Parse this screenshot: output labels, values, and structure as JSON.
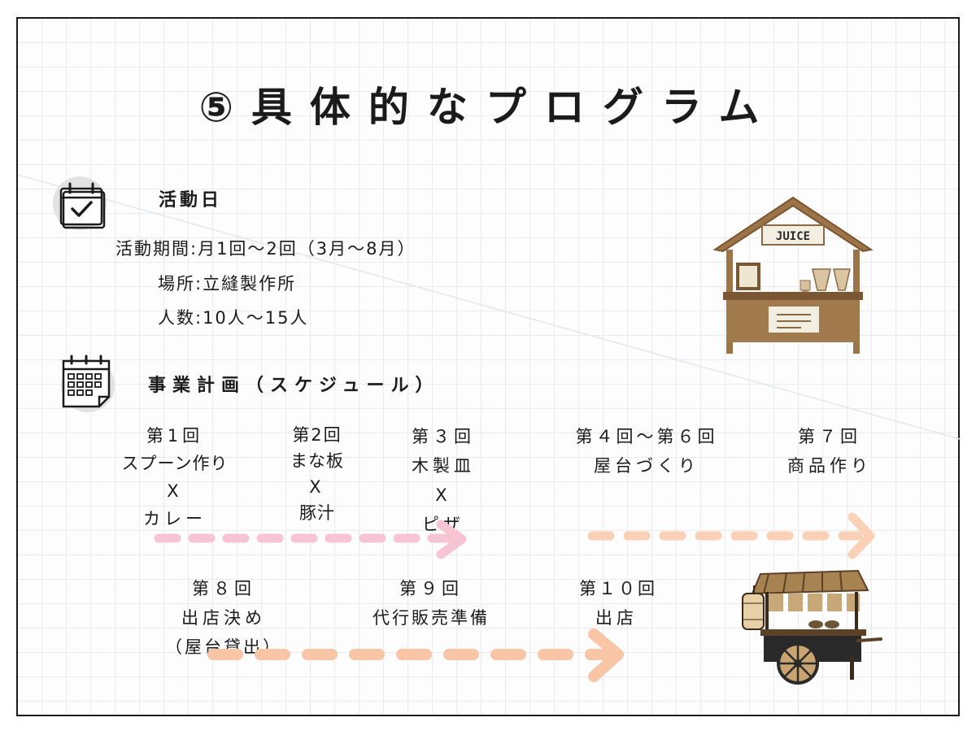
{
  "title": "⑤具体的なプログラム",
  "activity": {
    "heading": "活動日",
    "period": "活動期間:月1回〜2回（3月〜8月）",
    "place": "場所:立縫製作所",
    "people": "人数:10人〜15人"
  },
  "schedule_heading": "事業計画（スケジュール）",
  "schedule": {
    "s1": [
      "第1回",
      "スプーン作り",
      "X",
      "カレー"
    ],
    "s2": [
      "第2回",
      "まな板",
      "X",
      "豚汁"
    ],
    "s3": [
      "第３回",
      "木製皿",
      "X",
      "ピザ"
    ],
    "s4": [
      "第４回〜第６回",
      "屋台づくり"
    ],
    "s5": [
      "第７回",
      "商品作り"
    ],
    "s6": [
      "第８回",
      "出店決め",
      "（屋台貸出）"
    ],
    "s7": [
      "第９回",
      "代行販売準備"
    ],
    "s8": [
      "第１０回",
      "出店"
    ]
  },
  "juice_stand_sign": "JUICE",
  "colors": {
    "pink_arrow": "#f7c4d3",
    "peach_arrow": "#f9c5a6",
    "wood": "#a07a4c",
    "border": "#1b1b1b"
  }
}
